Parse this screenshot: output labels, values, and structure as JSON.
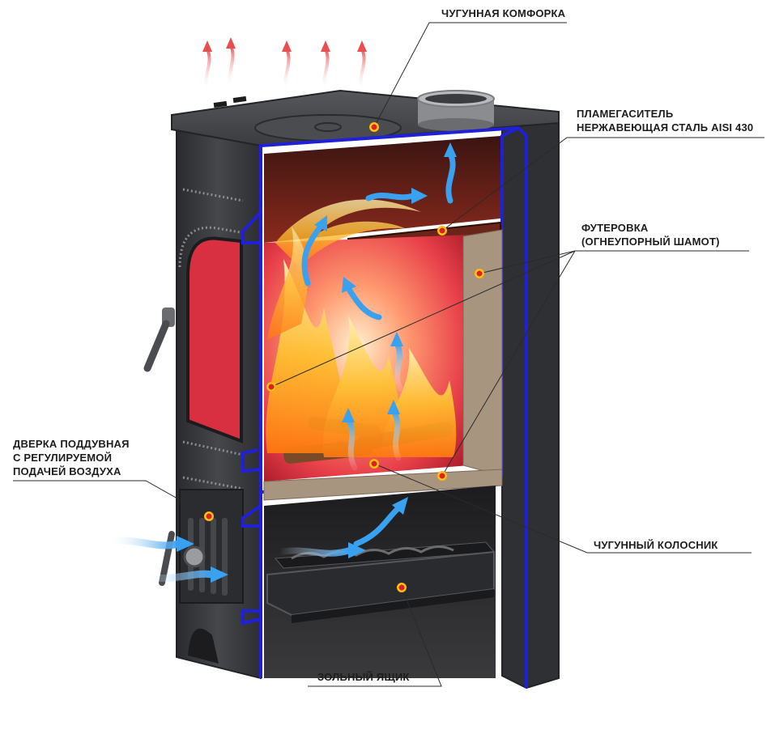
{
  "labels": {
    "burner": "ЧУГУННАЯ КОМФОРКА",
    "deflector_line1": "ПЛАМЕГАСИТЕЛЬ",
    "deflector_line2": "НЕРЖАВЕЮЩАЯ СТАЛЬ AISI 430",
    "lining_line1": "ФУТЕРОВКА",
    "lining_line2": "(ОГНЕУПОРНЫЙ ШАМОТ)",
    "door_line1": "ДВЕРКА ПОДДУВНАЯ",
    "door_line2": "С РЕГУЛИРУЕМОЙ",
    "door_line3": "ПОДАЧЕЙ ВОЗДУХА",
    "grate": "ЧУГУННЫЙ КОЛОСНИК",
    "ashbox": "ЗОЛЬНЫЙ ЯЩИК"
  },
  "colors": {
    "body_iron": "#35373a",
    "body_edge": "#232427",
    "steel_shell": "#2020d8",
    "chamotte": "#a89580",
    "firebox_glow": "#e8404a",
    "flame": "#ffb020",
    "air_arrow": "#3aa0f0",
    "heat_arrow": "#e85050",
    "marker": "#ffd21e",
    "marker_core": "#e02020",
    "leader_line": "#2a2a2a"
  },
  "icons": {
    "heat": "heat-wave-arrow-icon",
    "air": "airflow-arrow-icon",
    "marker": "callout-dot-icon"
  }
}
